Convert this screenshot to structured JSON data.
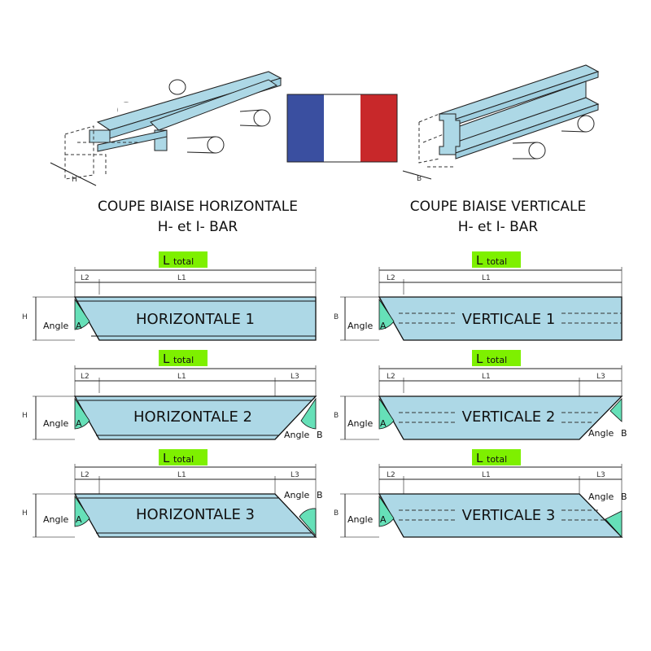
{
  "flag": {
    "colors": [
      "#3a4fa0",
      "#ffffff",
      "#c8282a"
    ]
  },
  "horizontal_section": {
    "title_line1": "COUPE BIAISE HORIZONTALE",
    "title_line2": "H- et I- BAR",
    "dimension_label": "H"
  },
  "vertical_section": {
    "title_line1": "COUPE BIAISE VERTICALE",
    "title_line2": "H- et I- BAR",
    "dimension_label": "B"
  },
  "labels": {
    "l_total_big": "L",
    "l_total_small": "total",
    "l1": "L1",
    "l2": "L2",
    "l3": "L3",
    "angle_a_word": "Angle",
    "angle_a_letter": "A",
    "angle_b_word": "Angle",
    "angle_b_letter": "B"
  },
  "beams": {
    "h1": "HORIZONTALE 1",
    "h2": "HORIZONTALE 2",
    "h3": "HORIZONTALE 3",
    "v1": "VERTICALE 1",
    "v2": "VERTICALE 2",
    "v3": "VERTICALE 3"
  },
  "colors": {
    "beam_fill": "#add8e6",
    "l_total_highlight": "#7ef000",
    "angle_wedge": "#66e0b8"
  }
}
